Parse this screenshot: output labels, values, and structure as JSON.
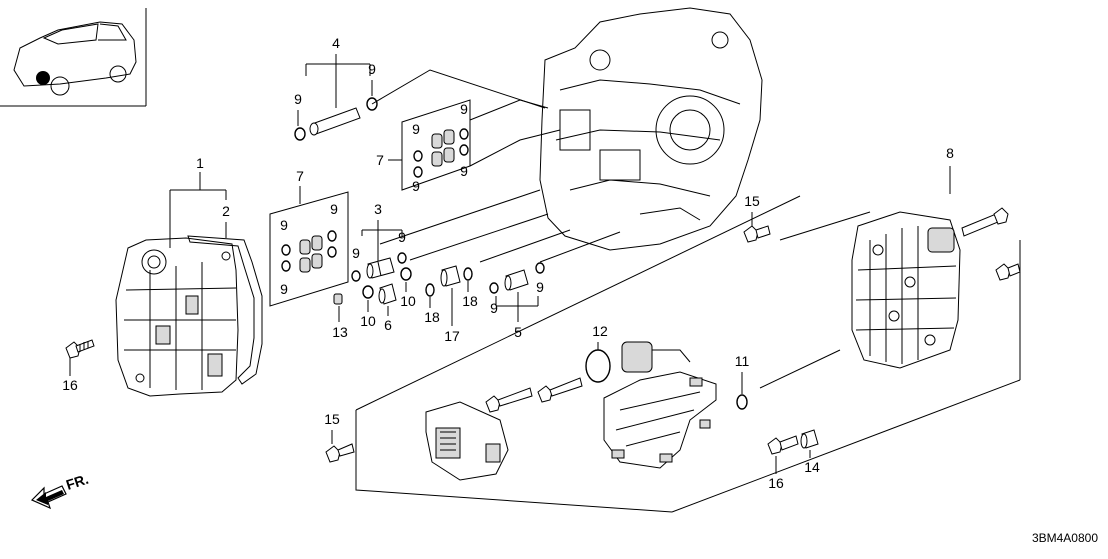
{
  "diagram_code": "3BM4A0800",
  "direction_label": "FR.",
  "icons": {
    "vehicle": "vehicle-locator-icon",
    "front_arrow": "front-direction-arrow-icon"
  },
  "callouts": {
    "c1": "1",
    "c2": "2",
    "c3": "3",
    "c4": "4",
    "c5": "5",
    "c6": "6",
    "c7a": "7",
    "c7b": "7",
    "c8": "8",
    "c9_1": "9",
    "c9_2": "9",
    "c9_3": "9",
    "c9_4": "9",
    "c9_5": "9",
    "c9_6": "9",
    "c9_7": "9",
    "c9_8": "9",
    "c9_9": "9",
    "c9_10": "9",
    "c9_11": "9",
    "c9_12": "9",
    "c10a": "10",
    "c10b": "10",
    "c11": "11",
    "c12": "12",
    "c13": "13",
    "c14": "14",
    "c15a": "15",
    "c15b": "15",
    "c16a": "16",
    "c16b": "16",
    "c17": "17",
    "c18a": "18",
    "c18b": "18"
  }
}
